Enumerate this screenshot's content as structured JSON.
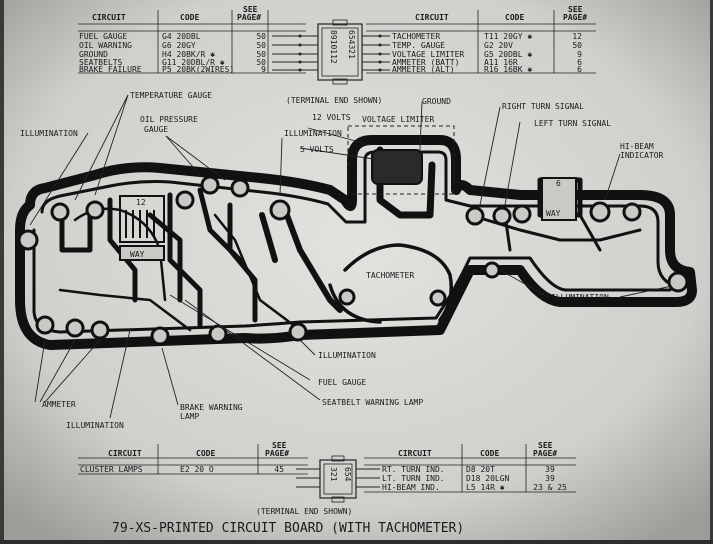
{
  "top_table_left": {
    "headers": {
      "circuit": "CIRCUIT",
      "code": "CODE",
      "see": "SEE",
      "page": "PAGE#"
    },
    "rows": [
      {
        "circuit": "FUEL GAUGE",
        "code": "G4 20DBL",
        "page": "50"
      },
      {
        "circuit": "OIL WARNING",
        "code": "G6 20GY",
        "page": "50"
      },
      {
        "circuit": "GROUND",
        "code": "H4 20BK/R ✱",
        "page": "50"
      },
      {
        "circuit": "SEATBELTS",
        "code": "G11 20DBL/R ✱",
        "page": "50"
      },
      {
        "circuit": "BRAKE FAILURE",
        "code": "P5 20BK(2WIRES)",
        "page": "9"
      }
    ]
  },
  "top_table_right": {
    "headers": {
      "circuit": "CIRCUIT",
      "code": "CODE",
      "see": "SEE",
      "page": "PAGE#"
    },
    "rows": [
      {
        "circuit": "TACHOMETER",
        "code": "T11 20GY ✱",
        "page": "12"
      },
      {
        "circuit": "TEMP. GAUGE",
        "code": "G2 20V",
        "page": "50"
      },
      {
        "circuit": "VOLTAGE LIMITER",
        "code": "G5 20DBL ✱",
        "page": "9"
      },
      {
        "circuit": "AMMETER (BATT)",
        "code": "A11 16R",
        "page": "6"
      },
      {
        "circuit": "AMMETER (ALT)",
        "code": "R16 16BK ✱",
        "page": "6"
      }
    ]
  },
  "top_connector": {
    "left_pins": "8910112",
    "right_pins": "654321",
    "note": "(TERMINAL END SHOWN)"
  },
  "labels": {
    "temperature_gauge": "TEMPERATURE GAUGE",
    "illumination_left": "ILLUMINATION",
    "oil_pressure_1": "OIL PRESSURE",
    "oil_pressure_2": "GAUGE",
    "illumination_center": "ILLUMINATION",
    "twelve_volts": "12 VOLTS",
    "voltage_limiter": "VOLTAGE LIMITER",
    "ground": "GROUND",
    "five_volts": "5 VOLTS",
    "right_turn_signal": "RIGHT TURN SIGNAL",
    "left_turn_signal": "LEFT TURN SIGNAL",
    "hi_beam_1": "HI-BEAM",
    "hi_beam_2": "INDICATOR",
    "tachometer": "TACHOMETER",
    "illumination_right": "ILLUMINATION",
    "illumination_bottom": "ILLUMINATION",
    "fuel_gauge": "FUEL GAUGE",
    "seatbelt_lamp": "SEATBELT WARNING LAMP",
    "brake_lamp_1": "BRAKE WARNING",
    "brake_lamp_2": "LAMP",
    "ammeter": "AMMETER",
    "illumination_low": "ILLUMINATION",
    "board_12": "12",
    "board_way": "WAY",
    "board_6": "6",
    "board_way_right": "WAY"
  },
  "bottom_table_left": {
    "headers": {
      "circuit": "CIRCUIT",
      "code": "CODE",
      "see": "SEE",
      "page": "PAGE#"
    },
    "rows": [
      {
        "circuit": "CLUSTER LAMPS",
        "code": "E2 20 O",
        "page": "45"
      }
    ]
  },
  "bottom_table_right": {
    "headers": {
      "circuit": "CIRCUIT",
      "code": "CODE",
      "see": "SEE",
      "page": "PAGE#"
    },
    "rows": [
      {
        "circuit": "RT. TURN IND.",
        "code": "D8 20T",
        "page": "39"
      },
      {
        "circuit": "LT. TURN IND.",
        "code": "D18 20LGN",
        "page": "39"
      },
      {
        "circuit": "HI-BEAM IND.",
        "code": "L5 14R ✱",
        "page": "23 & 25"
      }
    ]
  },
  "bottom_connector": {
    "left_pins": "321",
    "right_pins": "654",
    "note": "(TERMINAL END SHOWN)"
  },
  "caption": "79-XS-PRINTED CIRCUIT BOARD (WITH TACHOMETER)",
  "colors": {
    "paper": "#d6d6d3",
    "ink": "#1b1b1b",
    "board": "#111111"
  }
}
